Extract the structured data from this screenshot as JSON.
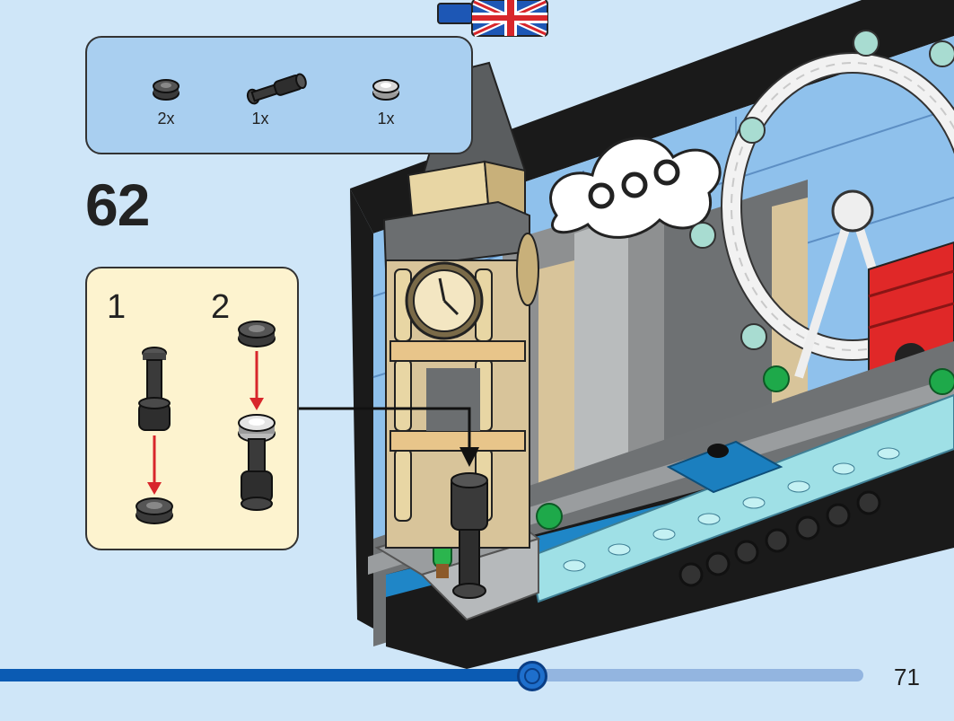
{
  "step": {
    "number": "62"
  },
  "parts": [
    {
      "name": "round plate 1x1 dark grey",
      "qty": "2x",
      "icon": "round-plate-icon"
    },
    {
      "name": "telescope / bar piece dark grey",
      "qty": "1x",
      "icon": "telescope-icon"
    },
    {
      "name": "round plate 1x1 silver",
      "qty": "1x",
      "icon": "round-plate-silver-icon"
    }
  ],
  "substeps": [
    {
      "label": "1"
    },
    {
      "label": "2"
    }
  ],
  "progress": {
    "fraction": 0.6
  },
  "page": {
    "number": "71"
  },
  "colors": {
    "background": "#cfe6f8",
    "parts_box": "#a9cff0",
    "substep_box": "#fdf3cf",
    "progress_fill": "#0b5bb3",
    "progress_track": "#93b5e0",
    "arrow_red": "#d8262b"
  }
}
